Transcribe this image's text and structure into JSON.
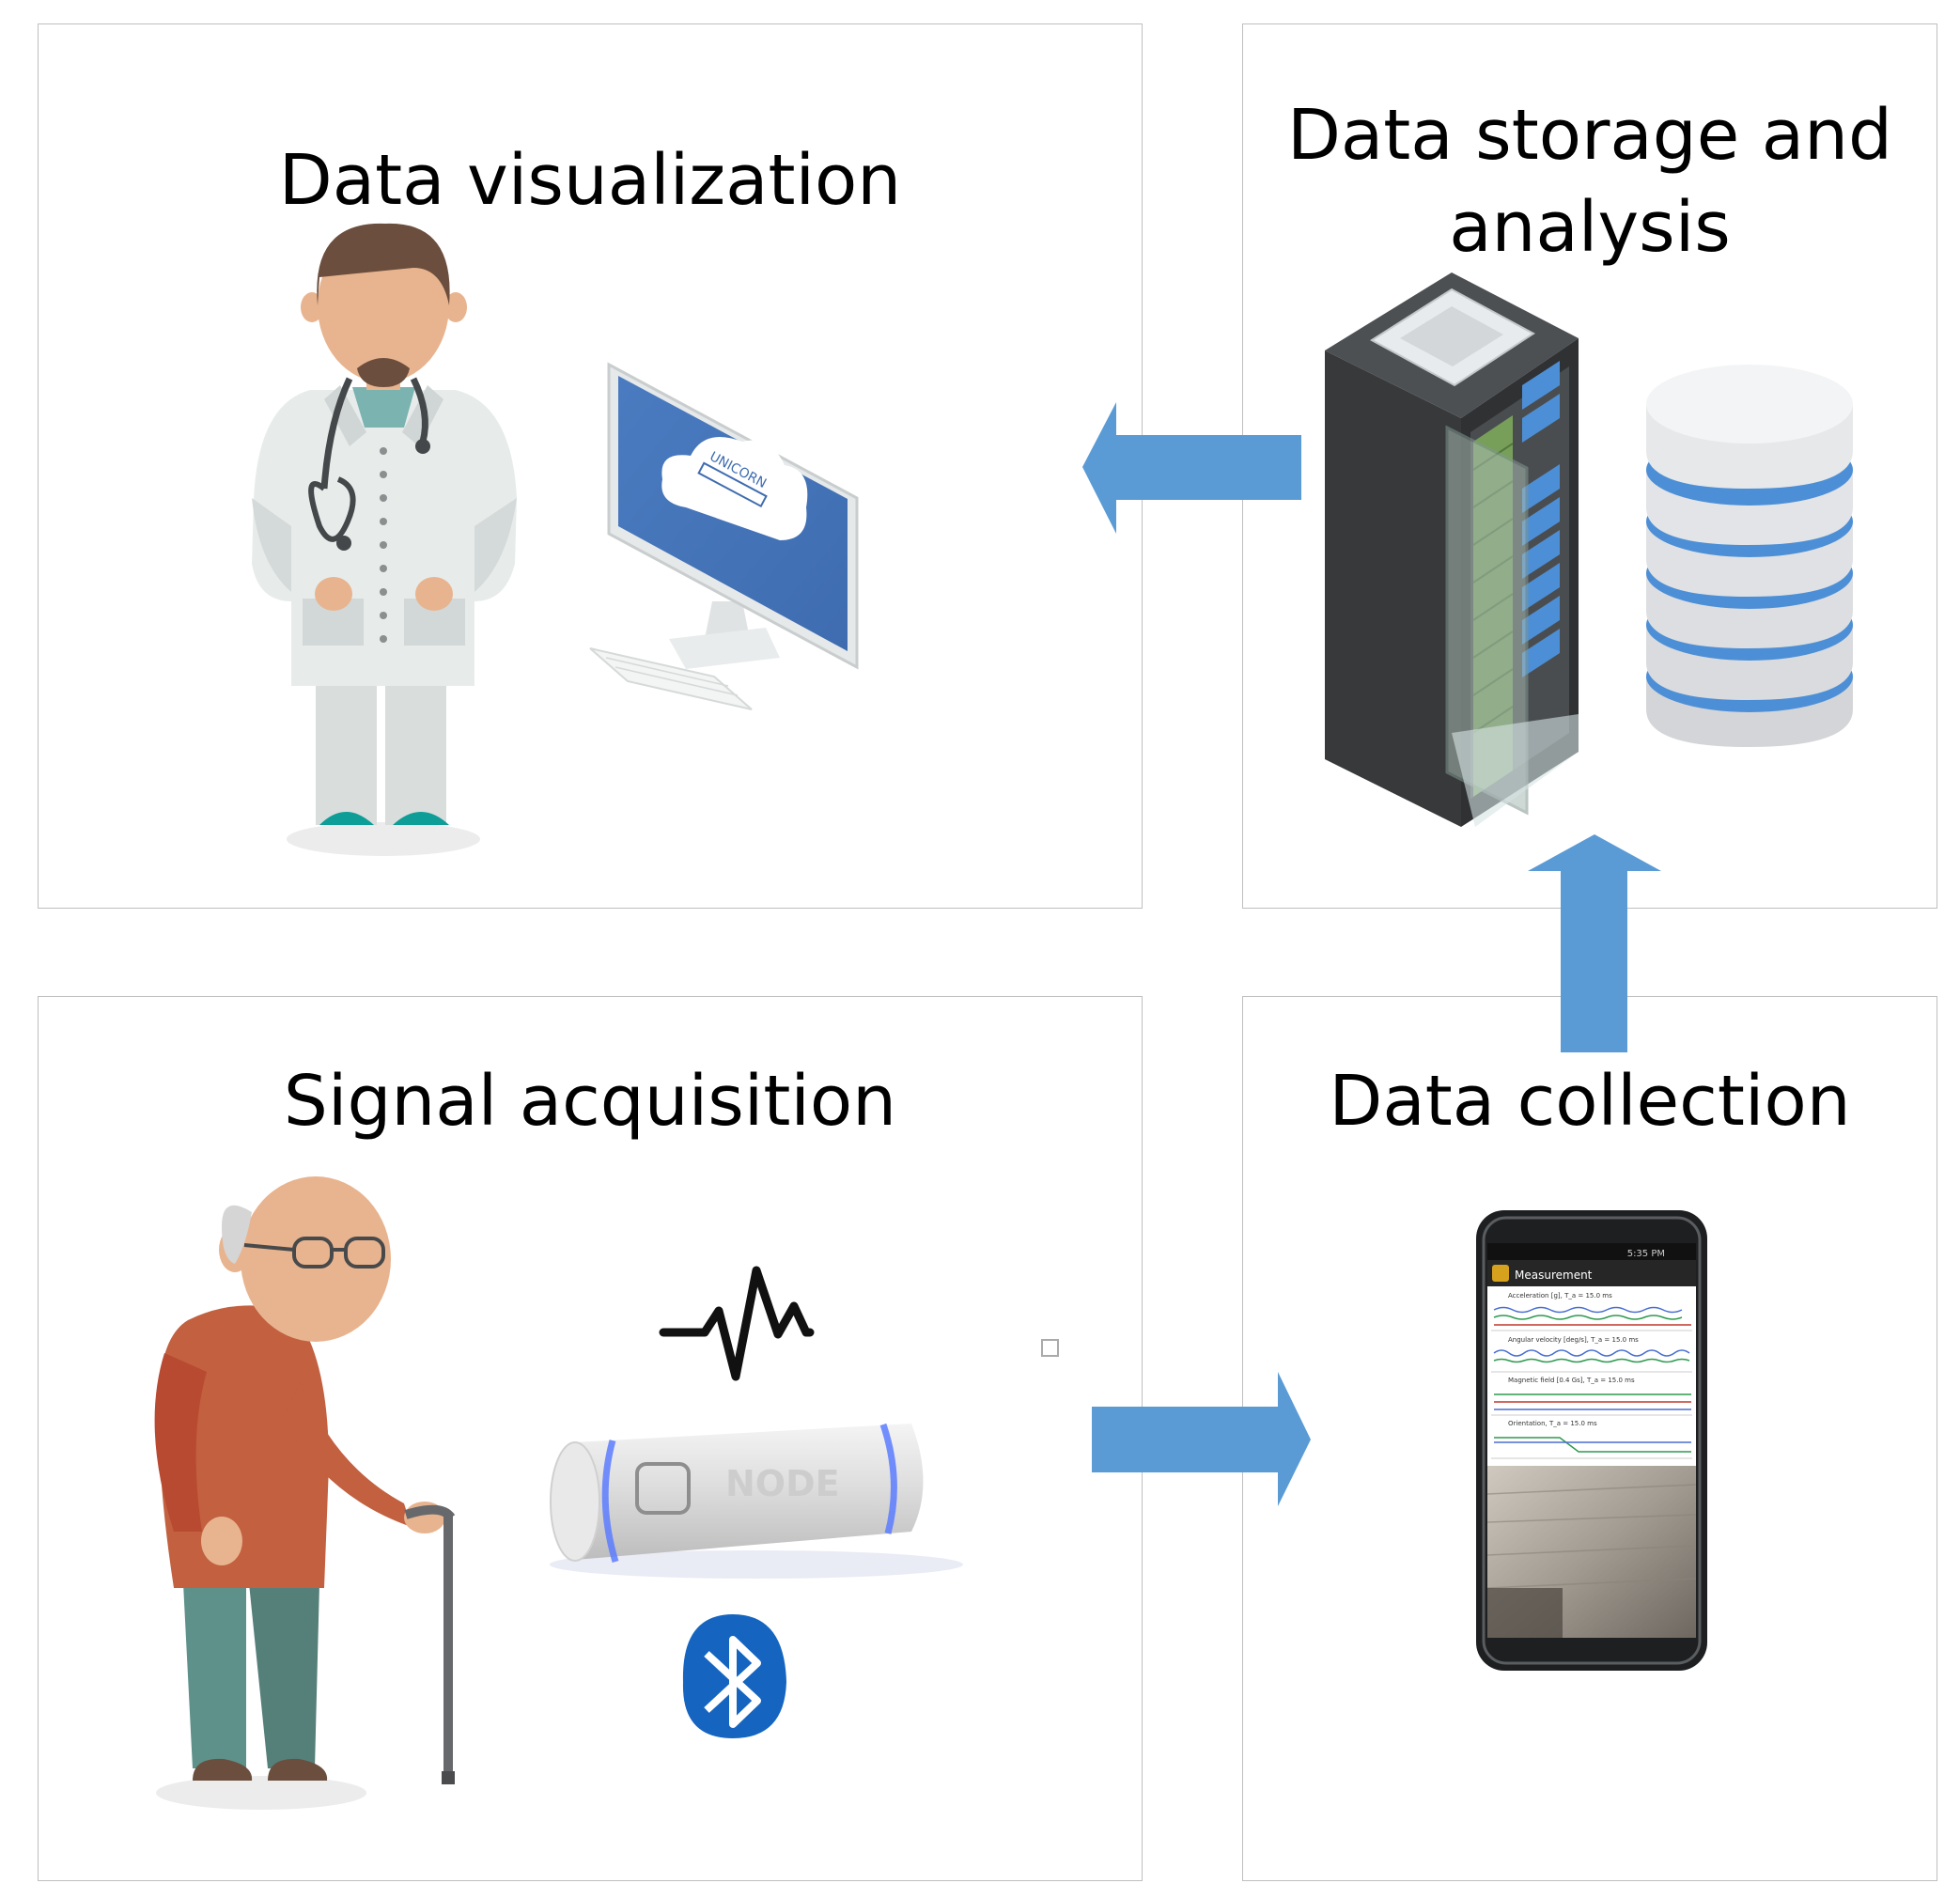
{
  "panels": {
    "visualization": {
      "title": "Data visualization"
    },
    "storage": {
      "title_line1": "Data storage and",
      "title_line2": "analysis"
    },
    "acquisition": {
      "title": "Signal acquisition"
    },
    "collection": {
      "title": "Data collection"
    }
  },
  "monitor": {
    "screen_text": "UNICORN"
  },
  "sensor": {
    "label": "NODE"
  },
  "phone": {
    "status_time": "5:35 PM",
    "app_title": "Measurement",
    "graphs": [
      "Acceleration [g], T_a = 15.0 ms",
      "Angular velocity [deg/s], T_a = 15.0 ms",
      "Magnetic field [0.4 Gs], T_a = 15.0 ms",
      "Orientation, T_a = 15.0 ms"
    ]
  },
  "colors": {
    "arrow": "#5b9bd5",
    "panel_border": "#bfbfbf",
    "bluetooth": "#1565c0"
  },
  "icons": [
    "doctor-icon",
    "monitor-icon",
    "server-rack-icon",
    "database-icon",
    "elderly-person-icon",
    "pulse-icon",
    "sensor-node-icon",
    "bluetooth-icon",
    "smartphone-icon"
  ]
}
